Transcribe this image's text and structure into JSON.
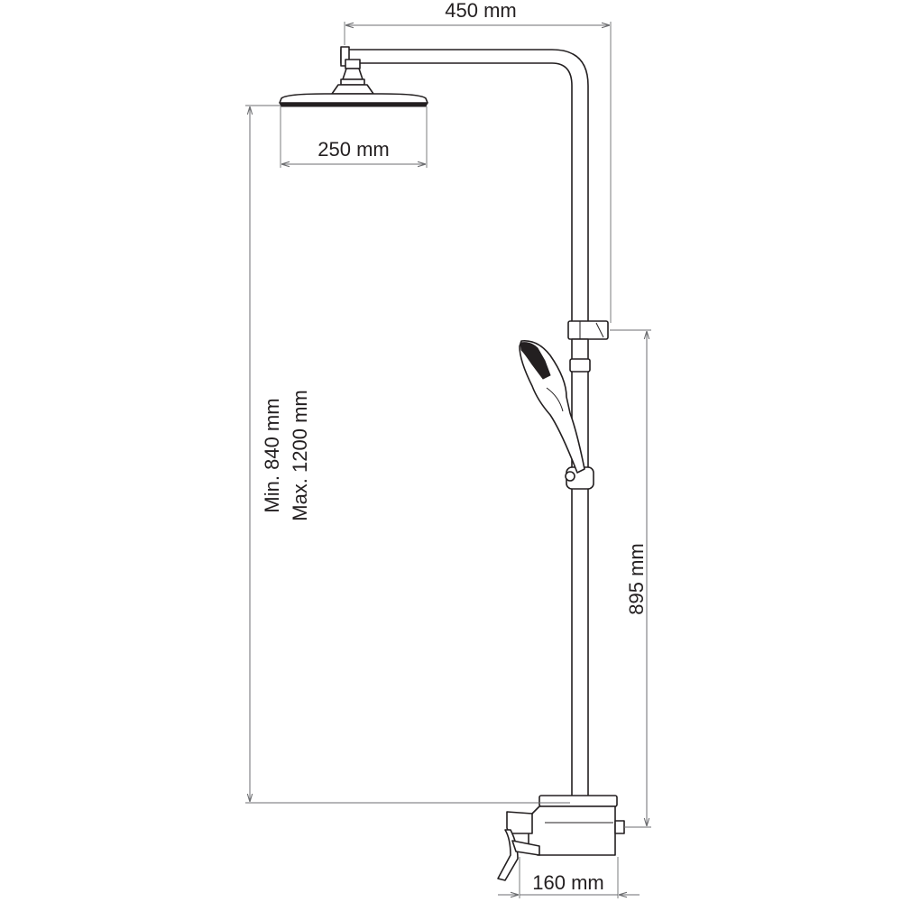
{
  "dimensions": {
    "arm_length": "450 mm",
    "head_diameter": "250 mm",
    "height_min": "Min. 840 mm",
    "height_max": "Max. 1200 mm",
    "slide_height": "895 mm",
    "mixer_depth": "160 mm"
  },
  "colors": {
    "outline": "#231f20",
    "dimension_line": "#6d6e71",
    "background": "#ffffff"
  }
}
